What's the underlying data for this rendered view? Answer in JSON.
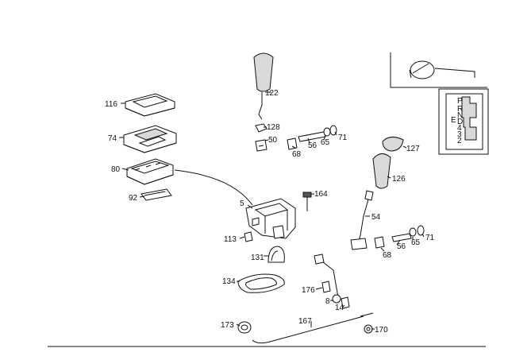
{
  "callouts": {
    "c116": "116",
    "c74": "74",
    "c80": "80",
    "c92": "92",
    "c122": "122",
    "c128": "128",
    "c50": "50",
    "c68a": "68",
    "c56a": "56",
    "c65a": "65",
    "c71a": "71",
    "c127": "127",
    "c126": "126",
    "c164": "164",
    "c5": "5",
    "c54": "54",
    "c113": "113",
    "c131": "131",
    "c56b": "56",
    "c65b": "65",
    "c71b": "71",
    "c68b": "68",
    "c134": "134",
    "c176": "176",
    "c8": "8",
    "c14": "14",
    "c173": "173",
    "c167": "167",
    "c170": "170"
  },
  "gate_labels": [
    "P",
    "R",
    "N",
    "D",
    "4",
    "3",
    "2"
  ],
  "gate_extra_label": "E",
  "colors": {
    "ink": "#111111",
    "paper": "#ffffff",
    "shade": "#d9d9d9"
  }
}
